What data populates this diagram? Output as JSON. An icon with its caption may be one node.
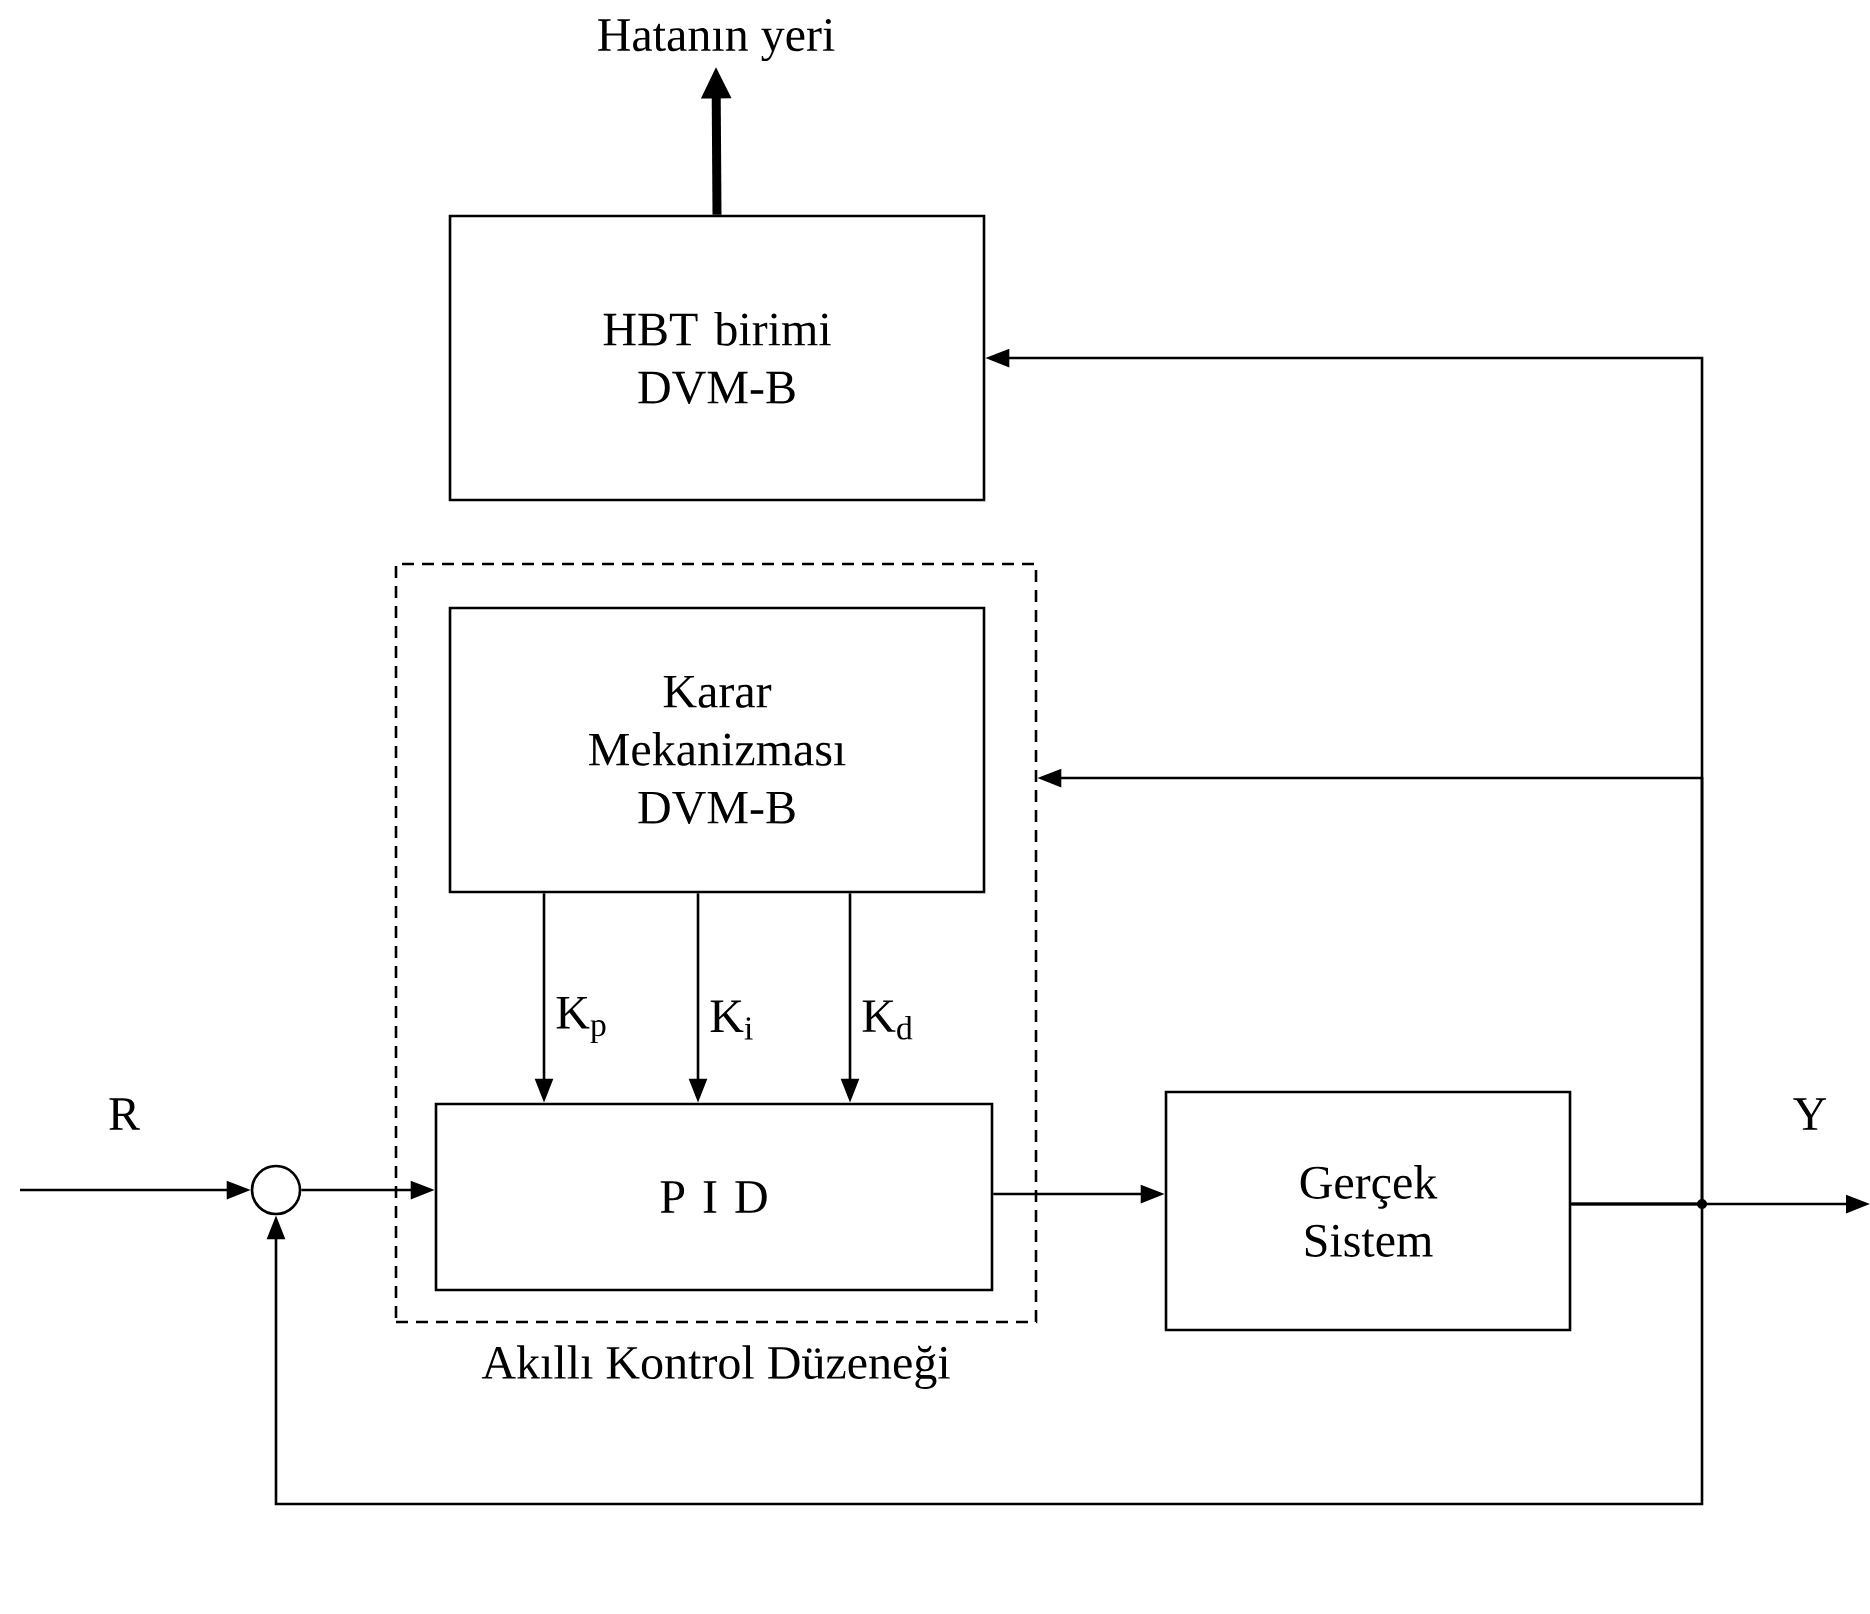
{
  "diagram": {
    "nodes": [
      {
        "text": [
          "Akıllı Kontrol Düzeneği"
        ]
      },
      {
        "text": [
          "Karar Mekanizması DVM-B"
        ],
        "in": 0
      },
      {
        "text": [
          "P I D"
        ],
        "in": 0
      },
      {
        "text": [
          "HBT birimi DVM-B"
        ]
      },
      {
        "text": [
          "Gerçek Sistem"
        ]
      },
      {
        "text": [],
        "shape": "circle"
      },
      {
        "text": [
          "Hatanın yeri"
        ]
      }
    ],
    "edges": [
      {
        "from": null,
        "to": 5,
        "arrow": "to",
        "label": "R"
      },
      {
        "from": 5,
        "to": 2,
        "arrow": "to"
      },
      {
        "from": 1,
        "to": 2,
        "arrow": "to",
        "label": "K$_{p}$"
      },
      {
        "from": 1,
        "to": 2,
        "arrow": "to",
        "label": "K$_{i}$"
      },
      {
        "from": 1,
        "to": 2,
        "arrow": "to",
        "label": "K$_{d}$"
      },
      {
        "from": 2,
        "to": 4,
        "arrow": "to"
      },
      {
        "from": 4,
        "to": null,
        "arrow": "to",
        "label": "Y"
      },
      {
        "from": 4,
        "to": 3,
        "arrow": "to"
      },
      {
        "from": 4,
        "to": 0,
        "arrow": "to"
      },
      {
        "from": 4,
        "to": 5,
        "arrow": "to"
      },
      {
        "from": 3,
        "to": 6,
        "arrow": "to",
        "style": "thick"
      }
    ]
  }
}
